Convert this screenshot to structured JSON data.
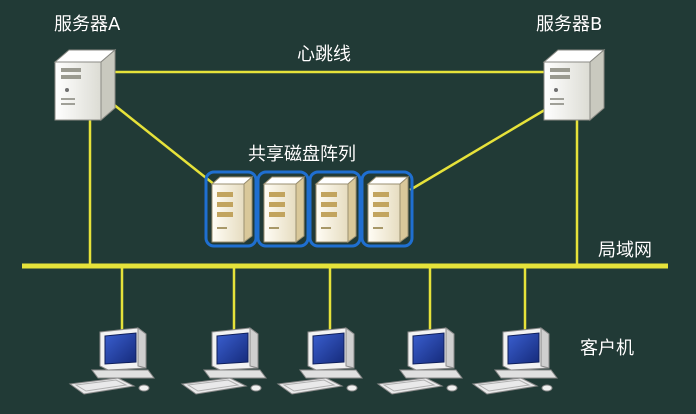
{
  "labels": {
    "server_a": "服务器A",
    "server_b": "服务器B",
    "heartbeat": "心跳线",
    "disk_array": "共享磁盘阵列",
    "lan": "局域网",
    "clients": "客户机"
  },
  "colors": {
    "background": "#213a36",
    "line": "#e6e23a",
    "server_body": "#f4f4ef",
    "server_side": "#c9c9bf",
    "disk_body": "#f3f0e6",
    "disk_side": "#d9c89a",
    "disk_outline": "#1f6fd0",
    "monitor": "#f2f2f2",
    "screen": "#1f3a9e",
    "keyboard": "#e9e9ea"
  },
  "icons": {
    "server": "server-tower-icon",
    "disk": "disk-cabinet-icon",
    "client": "desktop-computer-icon"
  },
  "counts": {
    "disk_units": 4,
    "clients": 5
  }
}
